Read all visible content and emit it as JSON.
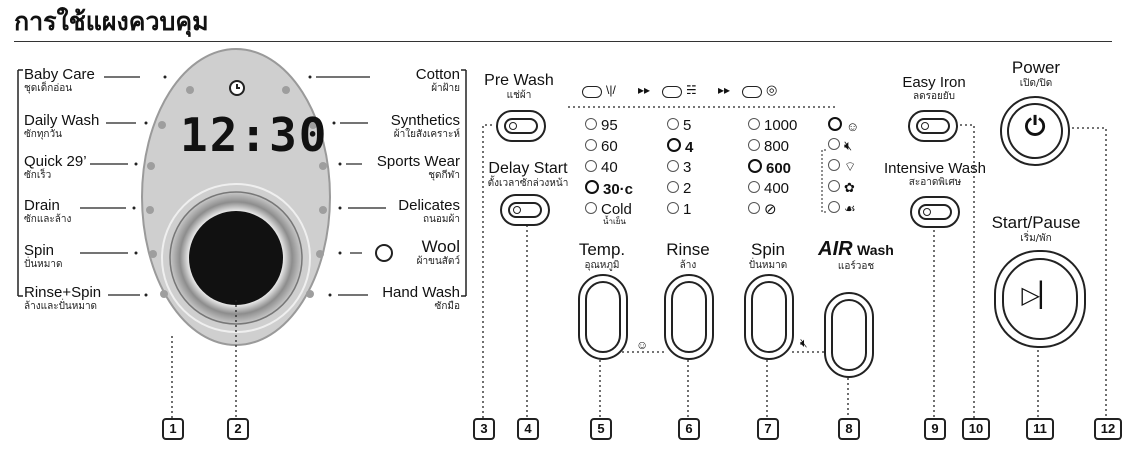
{
  "title": "การใช้แผงควบคุม",
  "display_time": "12:30",
  "programs_left": [
    {
      "en": "Baby Care",
      "th": "ชุดเด็กอ่อน"
    },
    {
      "en": "Daily Wash",
      "th": "ซักทุกวัน"
    },
    {
      "en": "Quick 29’",
      "th": "ซักเร็ว"
    },
    {
      "en": "Drain",
      "th": "ซักและล้าง"
    },
    {
      "en": "Spin",
      "th": "ปั่นหมาด"
    },
    {
      "en": "Rinse+Spin",
      "th": "ล้างและปั่นหมาด"
    }
  ],
  "programs_right": [
    {
      "en": "Cotton",
      "th": "ผ้าฝ้าย"
    },
    {
      "en": "Synthetics",
      "th": "ผ้าใยสังเคราะห์"
    },
    {
      "en": "Sports Wear",
      "th": "ชุดกีฬา"
    },
    {
      "en": "Delicates",
      "th": "ถนอมผ้า"
    },
    {
      "en": "Wool",
      "th": "ผ้าขนสัตว์"
    },
    {
      "en": "Hand Wash",
      "th": "ซักมือ"
    }
  ],
  "buttons": {
    "prewash": {
      "en": "Pre Wash",
      "th": "แช่ผ้า"
    },
    "delay": {
      "en": "Delay Start",
      "th": "ตั้งเวลาซักล่วงหน้า"
    },
    "temp": {
      "en": "Temp.",
      "th": "อุณหภูมิ"
    },
    "rinse": {
      "en": "Rinse",
      "th": "ล้าง"
    },
    "spin": {
      "en": "Spin",
      "th": "ปั่นหมาด"
    },
    "airwash": {
      "en_logo": "AIR",
      "en": "Wash",
      "th": "แอร์วอช"
    },
    "easyiron": {
      "en": "Easy Iron",
      "th": "ลดรอยยับ"
    },
    "intensive": {
      "en": "Intensive Wash",
      "th": "สะอาดพิเศษ"
    },
    "power": {
      "en": "Power",
      "th": "เปิด/ปิด"
    },
    "startpause": {
      "en": "Start/Pause",
      "th": "เริ่ม/พัก"
    }
  },
  "temp_options": [
    "95",
    "60",
    "40",
    "30·c",
    "Cold"
  ],
  "temp_cold_sub": "น้ำเย็น",
  "rinse_options": [
    "5",
    "4",
    "3",
    "2",
    "1"
  ],
  "spin_options": [
    "1000",
    "800",
    "600",
    "400"
  ],
  "callouts": [
    "1",
    "2",
    "3",
    "4",
    "5",
    "6",
    "7",
    "8",
    "9",
    "10",
    "11",
    "12"
  ],
  "accent_colors": {
    "dial_face": "#cfcfcf",
    "knob_center": "#111111",
    "line": "#222222"
  }
}
